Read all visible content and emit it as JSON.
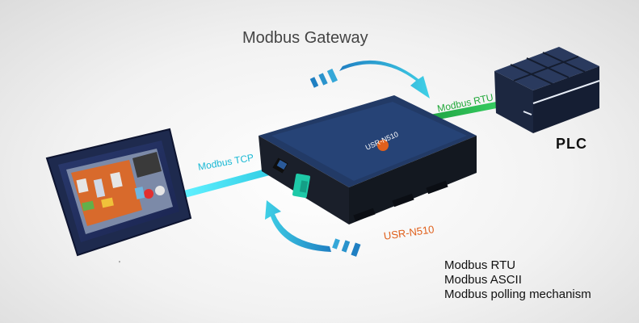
{
  "title": "Modbus Gateway",
  "device": {
    "name": "USR-N510",
    "panel_brand": "USR-N510"
  },
  "links": {
    "hmi_link": "Modbus TCP",
    "plc_link": "Modbus RTU"
  },
  "plc_label": "PLC",
  "features": [
    "Modbus RTU",
    "Modbus ASCII",
    "Modbus polling mechanism"
  ],
  "colors": {
    "tcp_cable": "#38d8e8",
    "rtu_cable": "#1fb24a",
    "device_body": "#1d2a3c",
    "device_top": "#223a66",
    "accent_orange": "#e0601c",
    "arrow_cyan": "#2ea6d6",
    "plc_body": "#1c2740"
  },
  "icons": {
    "hmi": "touchscreen-hmi-icon",
    "gateway": "serial-gateway-device-icon",
    "plc": "plc-module-icon"
  }
}
